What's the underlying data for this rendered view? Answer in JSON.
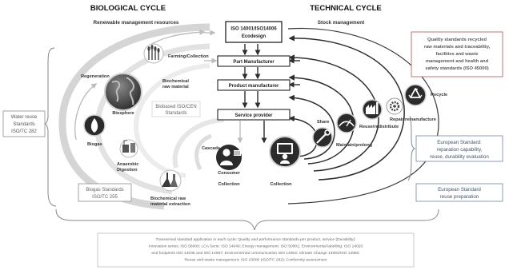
{
  "headings": {
    "biological": "BIOLOGICAL CYCLE",
    "technical": "TECHNICAL CYCLE",
    "renewable": "Renewable management resources",
    "stock": "Stock management"
  },
  "center_boxes": {
    "ecodesign_line1": "ISO 14001/ISO14006",
    "ecodesign_line2": "Ecodesign",
    "part": "Part Manufacturer",
    "product": "Product manufacturer",
    "service": "Service provider"
  },
  "bio_labels": {
    "farming": "Farming/Collection",
    "regeneration": "Regeneration",
    "biochem_raw_1": "Biochemical",
    "biochem_raw_2": "raw material",
    "biosphere": "Biosphere",
    "biogas": "Biogas",
    "anaerobic_1": "Anaerobic",
    "anaerobic_2": "Digestion",
    "cascade": "Cascade",
    "extraction_1": "Biochemical raw",
    "extraction_2": "material extraction",
    "consumer": "Consumer",
    "collection": "Collection"
  },
  "tech_labels": {
    "user": "User",
    "collection": "Collection",
    "share": "Share",
    "maintain": "Maintain/prolong",
    "reuse": "Reuse/redistribute",
    "repair": "Repair/remanufacture",
    "recycle": "Recycle"
  },
  "standards": {
    "biobased_1": "Biobased ISO/CEN",
    "biobased_2": "Standards",
    "biogas_1": "Biogas Standards",
    "biogas_2": "ISO/TC 255",
    "water_1": "Water reuse",
    "water_2": "Standards",
    "water_3": "ISO/TC 282",
    "quality_1": "Quality standards recycled",
    "quality_2": "raw materials and traceability,",
    "quality_3": "facilities and waste",
    "quality_4": "management and health and",
    "quality_5": "safety standards (ISO 45000)",
    "eu_repair_1": "European Standard:",
    "eu_repair_2": "reparation capability,",
    "eu_repair_3": "reuse, durability evaluation",
    "eu_reuse_1": "European Standard",
    "eu_reuse_2": "reuse preparation"
  },
  "transversal": {
    "line1": "Transversal standard application in each cycle: Quality and performance standards per product, service (Durability):",
    "line2": "Innovation series: ISO 56000; LCA Serie: ISO 14040; Energy management: ISO 50001; Environmental labelling: ISO 14020",
    "line3": "and footprints ISO 14046 and ISO 14067; Environmental communication ISO 14063; Climate Change 14064/ISO 14080;",
    "line4": "Reuse and waste management: ISO 23000 (ISO/TC 282); Conformity assessment"
  },
  "colors": {
    "background": "#ffffff",
    "arrow": "#2e2e2e",
    "light_arrow": "#cfcfcf",
    "box_border": "#222222",
    "standard_border": "#9a9a9a",
    "red_box_border": "#b86565",
    "blue_box_border": "#7f93b6",
    "icon_dark": "#2b2b2b"
  },
  "icons": [
    "farming-icon",
    "biosphere-icon",
    "biogas-icon",
    "anaerobic-digestion-icon",
    "chemistry-flask-icon",
    "consumer-icon",
    "user-icon",
    "share-wrench-icon",
    "maintain-gauge-icon",
    "reuse-factory-icon",
    "repair-gear-icon",
    "recycle-icon"
  ]
}
